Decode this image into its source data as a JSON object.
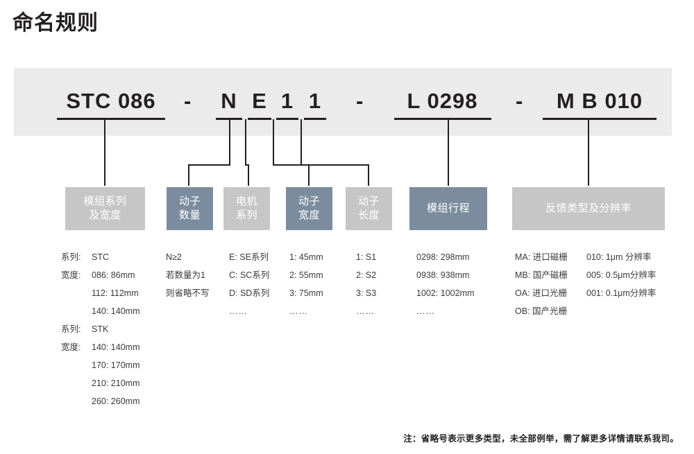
{
  "page": {
    "title": "命名规则",
    "footnote": "注：省略号表示更多类型，未全部例举，需了解更多详情请联系我司。"
  },
  "colors": {
    "banner_bg": "#ebebeb",
    "box_gray": "#c6c6c6",
    "box_blue": "#7b8c9e",
    "text_dark": "#231f20",
    "line": "#231f20"
  },
  "part_number": {
    "segments": [
      {
        "id": "series-width",
        "text": "STC 086"
      },
      {
        "id": "dash-1",
        "text": "-"
      },
      {
        "id": "mover-count",
        "text": "N"
      },
      {
        "id": "motor-series",
        "text": "E"
      },
      {
        "id": "mover-width",
        "text": "1"
      },
      {
        "id": "mover-length",
        "text": "1"
      },
      {
        "id": "dash-2",
        "text": "-"
      },
      {
        "id": "stroke",
        "text": "L 0298"
      },
      {
        "id": "dash-3",
        "text": "-"
      },
      {
        "id": "feedback",
        "text": "M B 010"
      }
    ]
  },
  "categories": [
    {
      "id": "series-width",
      "label": "模组系列\n及宽度",
      "style": "gray"
    },
    {
      "id": "mover-count",
      "label": "动子\n数量",
      "style": "blue"
    },
    {
      "id": "motor-series",
      "label": "电机\n系列",
      "style": "gray"
    },
    {
      "id": "mover-width",
      "label": "动子\n宽度",
      "style": "blue"
    },
    {
      "id": "mover-length",
      "label": "动子\n长度",
      "style": "gray"
    },
    {
      "id": "stroke",
      "label": "模组行程",
      "style": "blue"
    },
    {
      "id": "feedback",
      "label": "反馈类型及分辨率",
      "style": "gray"
    }
  ],
  "details": {
    "series_width": [
      "系列: STC",
      "宽度: 086: 86mm",
      "112: 112mm",
      "140: 140mm",
      "系列: STK",
      "宽度: 140: 140mm",
      "170: 170mm",
      "210: 210mm",
      "260: 260mm"
    ],
    "series_width_rows": [
      {
        "key": "系列:",
        "val": "STC"
      },
      {
        "key": "宽度:",
        "val": "086: 86mm"
      },
      {
        "key": "",
        "val": "112: 112mm"
      },
      {
        "key": "",
        "val": "140: 140mm"
      },
      {
        "key": "系列:",
        "val": "STK"
      },
      {
        "key": "宽度:",
        "val": "140: 140mm"
      },
      {
        "key": "",
        "val": "170: 170mm"
      },
      {
        "key": "",
        "val": "210: 210mm"
      },
      {
        "key": "",
        "val": "260: 260mm"
      }
    ],
    "mover_count": [
      "N≥2",
      "若数量为1",
      "则省略不写"
    ],
    "motor_series": [
      "E: SE系列",
      "C: SC系列",
      "D: SD系列",
      "……"
    ],
    "mover_width": [
      "1: 45mm",
      "2: 55mm",
      "3: 75mm",
      "……"
    ],
    "mover_length": [
      "1: S1",
      "2: S2",
      "3: S3",
      "……"
    ],
    "stroke": [
      "0298: 298mm",
      "0938: 938mm",
      "1002: 1002mm",
      "……"
    ],
    "feedback_type": [
      "MA: 进口磁栅",
      "MB: 国产磁栅",
      "OA: 进口光栅",
      "OB: 国产光栅"
    ],
    "feedback_resolution": [
      "010: 1μm 分辨率",
      "005: 0.5μm分辨率",
      "001: 0.1μm分辨率"
    ]
  }
}
